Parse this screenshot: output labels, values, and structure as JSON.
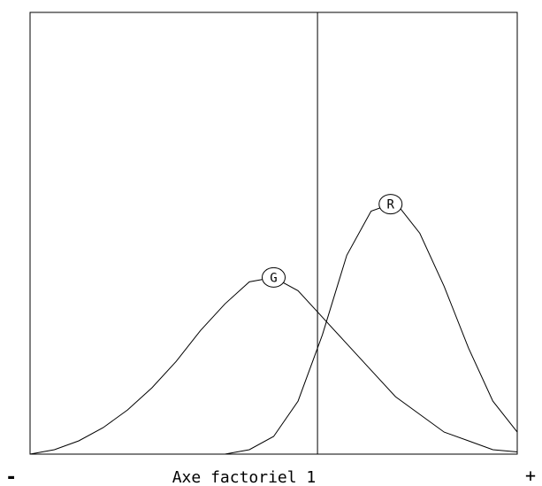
{
  "chart_data": {
    "type": "line",
    "title": "",
    "xlabel": "Axe factoriel 1",
    "ylabel": "",
    "x_min_label": "-",
    "x_max_label": "+",
    "xlim": [
      0,
      100
    ],
    "ylim": [
      0,
      100
    ],
    "vline_x": 59,
    "grid": false,
    "series": [
      {
        "name": "G",
        "marker_label": "G",
        "label_x": 50,
        "x": [
          0,
          5,
          10,
          15,
          20,
          25,
          30,
          35,
          40,
          45,
          50,
          55,
          60,
          65,
          70,
          75,
          80,
          85,
          90,
          95,
          100
        ],
        "y": [
          0,
          1,
          3,
          6,
          10,
          15,
          21,
          28,
          34,
          39,
          40,
          37,
          31,
          25,
          19,
          13,
          9,
          5,
          3,
          1,
          0.5
        ]
      },
      {
        "name": "R",
        "marker_label": "R",
        "label_x": 74,
        "x": [
          0,
          10,
          20,
          30,
          40,
          45,
          50,
          55,
          60,
          65,
          70,
          75,
          80,
          85,
          90,
          95,
          100
        ],
        "y": [
          0,
          0,
          0,
          0,
          0,
          1,
          4,
          12,
          27,
          45,
          55,
          57,
          50,
          38,
          24,
          12,
          5
        ]
      }
    ]
  }
}
